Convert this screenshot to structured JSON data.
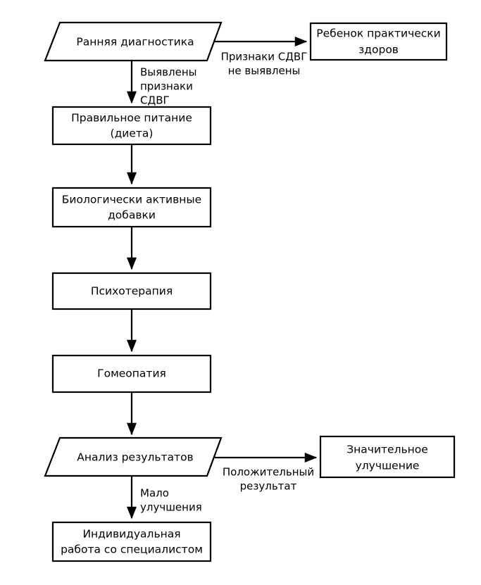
{
  "diagram": {
    "title": "Flowchart: ADHD early diagnosis and treatment pathway",
    "language": "ru",
    "background_color": "#ffffff",
    "stroke_color": "#000000",
    "fill_color": "#ffffff",
    "nodes": [
      {
        "id": "early-diagnosis",
        "shape": "parallelogram",
        "lines": [
          "Ранняя диагностика"
        ]
      },
      {
        "id": "child-healthy",
        "shape": "rectangle",
        "lines": [
          "Ребенок практически",
          "здоров"
        ]
      },
      {
        "id": "proper-nutrition",
        "shape": "rectangle",
        "lines": [
          "Правильное питание",
          "(диета)"
        ]
      },
      {
        "id": "dietary-supplements",
        "shape": "rectangle",
        "lines": [
          "Биологически активные",
          "добавки"
        ]
      },
      {
        "id": "psychotherapy",
        "shape": "rectangle",
        "lines": [
          "Психотерапия"
        ]
      },
      {
        "id": "homeopathy",
        "shape": "rectangle",
        "lines": [
          "Гомеопатия"
        ]
      },
      {
        "id": "results-analysis",
        "shape": "parallelogram",
        "lines": [
          "Анализ результатов"
        ]
      },
      {
        "id": "significant-improvement",
        "shape": "rectangle",
        "lines": [
          "Значительное",
          "улучшение"
        ]
      },
      {
        "id": "individual-work",
        "shape": "rectangle",
        "lines": [
          "Индивидуальная",
          "работа со специалистом"
        ]
      }
    ],
    "edge_labels": [
      {
        "id": "signs-not-detected",
        "from": "early-diagnosis",
        "to": "child-healthy",
        "lines": [
          "Признаки СДВГ",
          "не выявлены"
        ]
      },
      {
        "id": "signs-detected",
        "from": "early-diagnosis",
        "to": "proper-nutrition",
        "lines": [
          "Выявлены",
          "признаки",
          "СДВГ"
        ]
      },
      {
        "id": "positive-result",
        "from": "results-analysis",
        "to": "significant-improvement",
        "lines": [
          "Положительный",
          "результат"
        ]
      },
      {
        "id": "little-improvement",
        "from": "results-analysis",
        "to": "individual-work",
        "lines": [
          "Мало",
          "улучшения"
        ]
      }
    ]
  }
}
